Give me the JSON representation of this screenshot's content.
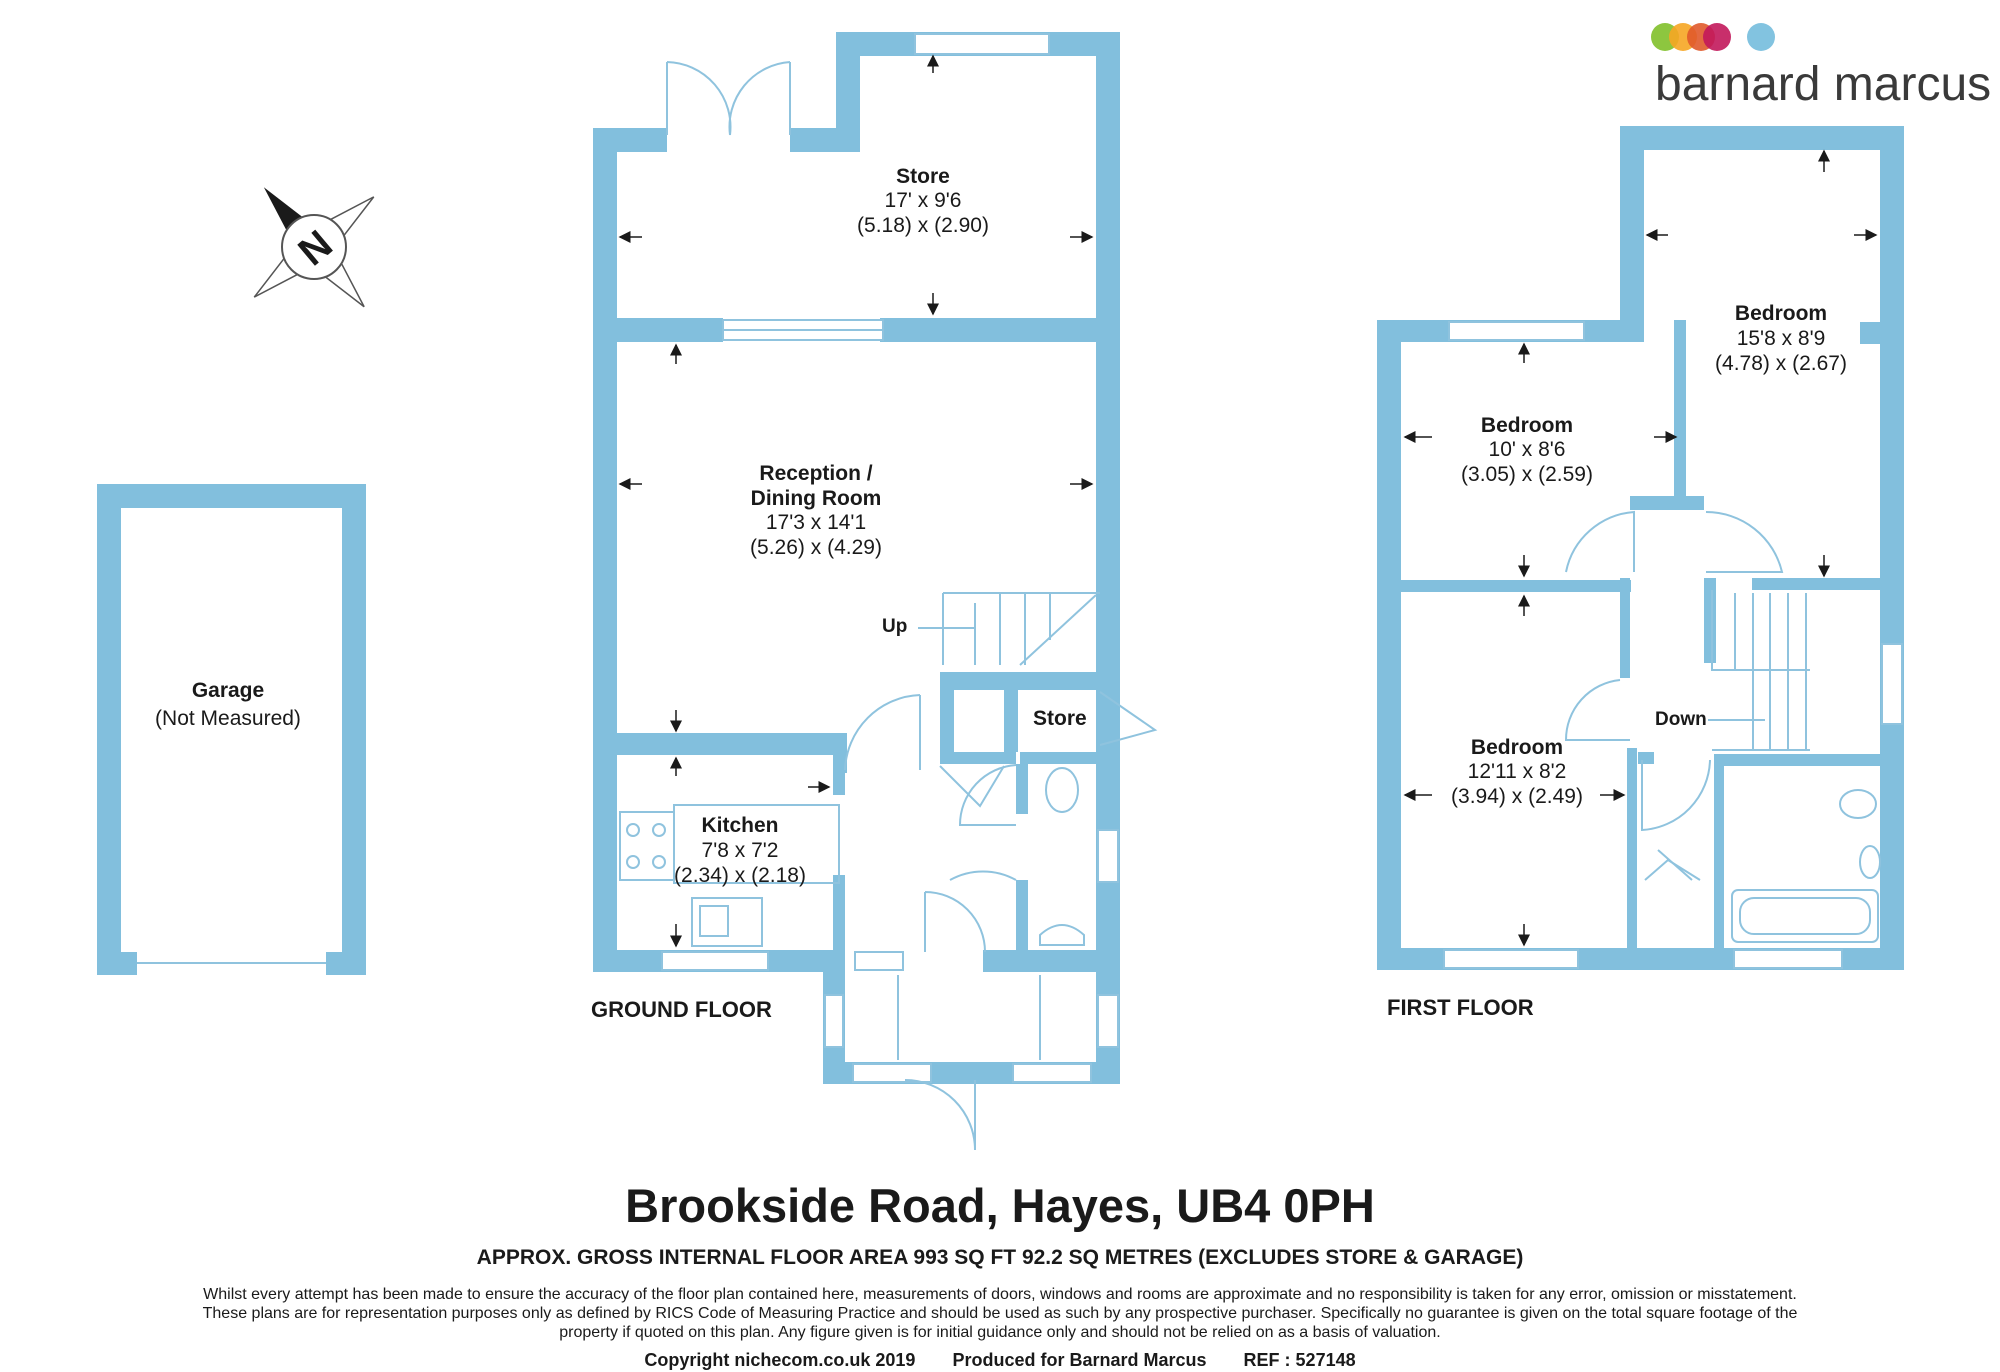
{
  "brand": {
    "name": "barnard marcus",
    "dot_colors": [
      "#8dc63f",
      "#f6a623",
      "#e05a2b",
      "#c2185b",
      "#82c3e0"
    ]
  },
  "colors": {
    "wall": "#82bfdd",
    "line": "#8fc3de",
    "text": "#1a1a1a"
  },
  "compass": {
    "letter": "N"
  },
  "ground_floor": {
    "label": "GROUND FLOOR",
    "store_big": {
      "name": "Store",
      "imperial": "17' x 9'6",
      "metric": "(5.18) x (2.90)"
    },
    "reception": {
      "name_line1": "Reception /",
      "name_line2": "Dining Room",
      "imperial": "17'3 x 14'1",
      "metric": "(5.26) x (4.29)"
    },
    "kitchen": {
      "name": "Kitchen",
      "imperial": "7'8 x 7'2",
      "metric": "(2.34) x (2.18)"
    },
    "store_small": {
      "name": "Store"
    },
    "stairs_label": "Up"
  },
  "garage": {
    "name": "Garage",
    "note": "(Not Measured)"
  },
  "first_floor": {
    "label": "FIRST FLOOR",
    "bedroom_right": {
      "name": "Bedroom",
      "imperial": "15'8 x 8'9",
      "metric": "(4.78) x (2.67)"
    },
    "bedroom_top": {
      "name": "Bedroom",
      "imperial": "10' x 8'6",
      "metric": "(3.05) x (2.59)"
    },
    "bedroom_bottom": {
      "name": "Bedroom",
      "imperial": "12'11 x 8'2",
      "metric": "(3.94) x (2.49)"
    },
    "stairs_label": "Down"
  },
  "footer": {
    "address": "Brookside Road, Hayes, UB4 0PH",
    "area": "APPROX. GROSS INTERNAL FLOOR AREA 993 SQ FT 92.2 SQ METRES (EXCLUDES STORE & GARAGE)",
    "disclaimer": "Whilst every attempt has been made to ensure the accuracy of the floor plan contained here, measurements of doors, windows and rooms are approximate and no responsibility is taken for any error, omission or misstatement. These plans are for representation purposes only as defined by RICS Code of Measuring Practice and should be used as such by any prospective purchaser. Specifically no guarantee is given on the total square footage of the property if quoted on this plan. Any figure given is for initial guidance only and should not be relied on as a basis of valuation.",
    "copyright": "Copyright nichecom.co.uk 2019",
    "produced": "Produced for Barnard Marcus",
    "ref": "REF : 527148"
  }
}
